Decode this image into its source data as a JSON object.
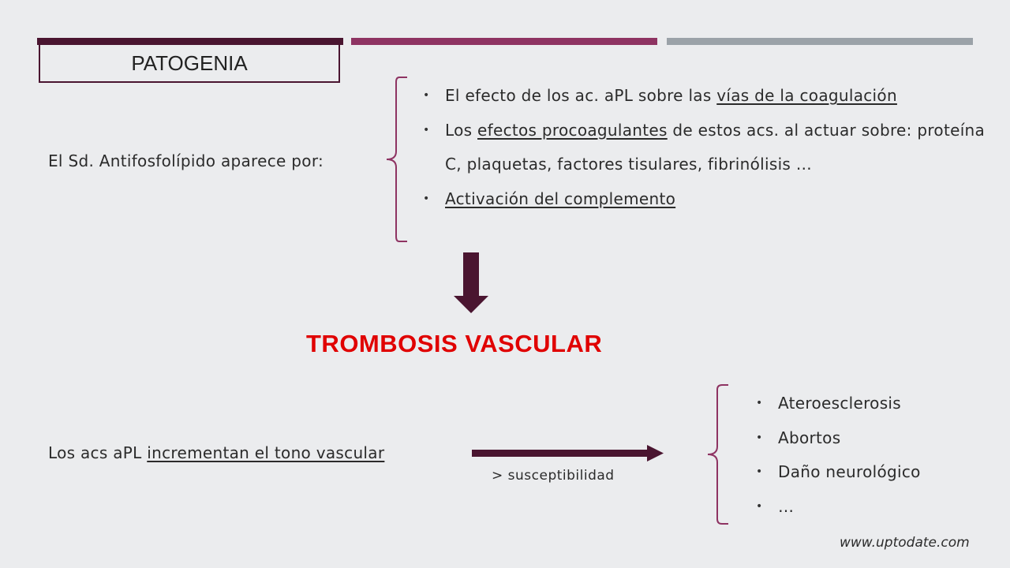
{
  "slide": {
    "title": "PATOGENIA",
    "section1": {
      "lead": "El Sd. Antifosfolípido aparece por:",
      "bullet_marker": "•",
      "items": [
        {
          "parts": [
            {
              "text": "El efecto de los ac. aPL sobre las ",
              "underline": false
            },
            {
              "text": "vías de la coagulación",
              "underline": true
            }
          ]
        },
        {
          "parts": [
            {
              "text": "Los ",
              "underline": false
            },
            {
              "text": "efectos procoagulantes",
              "underline": true
            },
            {
              "text": " de estos acs. al actuar sobre: proteína C, plaquetas, factores tisulares, fibrinólisis …",
              "underline": false
            }
          ]
        },
        {
          "parts": [
            {
              "text": "Activación del complemento",
              "underline": true
            }
          ]
        }
      ]
    },
    "headline": "TROMBOSIS VASCULAR",
    "section2": {
      "lead_prefix": "Los acs aPL ",
      "lead_underlined": "incrementan el tono vascular",
      "arrow_label": "> susceptibilidad",
      "bullet_marker": "•",
      "items": [
        "Ateroesclerosis",
        "Abortos",
        "Daño neurológico",
        "…"
      ]
    },
    "source": "www.uptodate.com"
  },
  "colors": {
    "background": "#ebecee",
    "bar_dark": "#4a1530",
    "bar_magenta": "#8e3362",
    "bar_gray": "#9ba2a8",
    "headline": "#e00000",
    "arrow": "#4a1530",
    "brace": "#8e3362"
  },
  "icons": [
    "down-arrow-icon",
    "right-arrow-icon",
    "left-brace-icon"
  ]
}
